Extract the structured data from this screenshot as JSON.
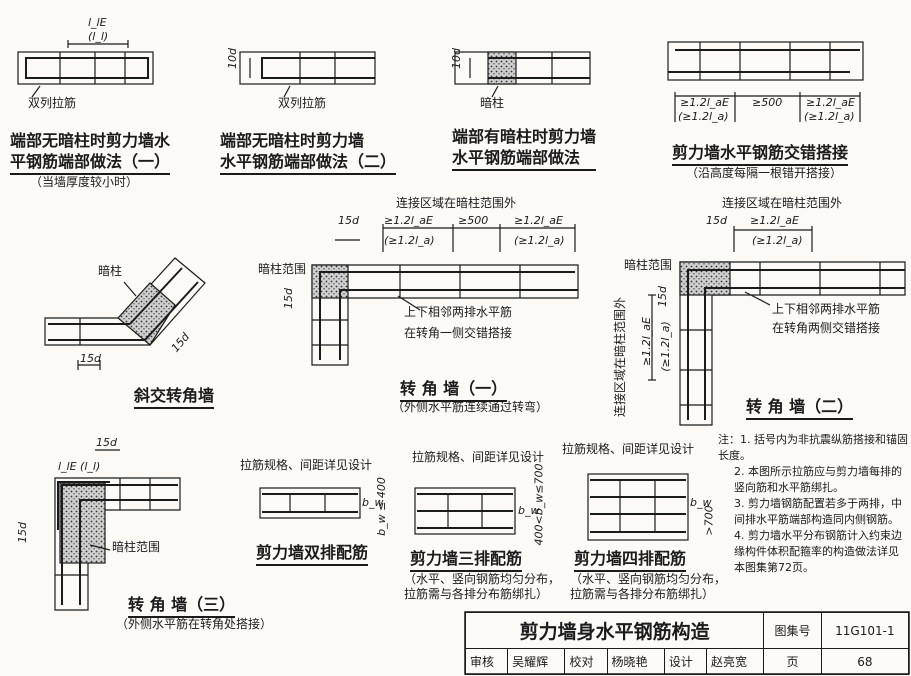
{
  "top_row": [
    {
      "caption": [
        "端部无暗柱时剪力墙水",
        "平钢筋端部做法（一）"
      ],
      "sub": "（当墙厚度较小时）",
      "labels": {
        "tie": "双列拉筋",
        "dim_top": "l_lE",
        "dim_top2": "(l_l)"
      }
    },
    {
      "caption": [
        "端部无暗柱时剪力墙",
        "水平钢筋端部做法（二）"
      ],
      "labels": {
        "tie": "双列拉筋",
        "dim": "10d"
      }
    },
    {
      "caption": [
        "端部有暗柱时剪力墙",
        "水平钢筋端部做法"
      ],
      "labels": {
        "col": "暗柱",
        "dim": "10d"
      }
    },
    {
      "caption": [
        "剪力墙水平钢筋交错搭接"
      ],
      "sub": "（沿高度每隔一根错开搭接）",
      "labels": {
        "d1": "≥1.2l_aE",
        "d2": "≥500",
        "d3": "≥1.2l_aE",
        "d1b": "(≥1.2l_a)",
        "d3b": "(≥1.2l_a)"
      }
    }
  ],
  "mid_row": {
    "oblique": {
      "caption": "斜交转角墙",
      "col": "暗柱",
      "dim1": "15d",
      "dim2": "15d"
    },
    "corner1": {
      "caption": "转 角 墙（一）",
      "sub": "（外侧水平筋连续通过转弯）",
      "top_note": "连接区域在暗柱范围外",
      "col": "暗柱范围",
      "note1": "上下相邻两排水平筋",
      "note2": "在转角一侧交错搭接",
      "d15": "15d",
      "d15b": "15d",
      "a1": "≥1.2l_aE",
      "a2": "≥500",
      "a3": "≥1.2l_aE",
      "b1": "(≥1.2l_a)",
      "b3": "(≥1.2l_a)"
    },
    "corner2": {
      "caption": "转 角 墙（二）",
      "top_note": "连接区域在暗柱范围外",
      "col": "暗柱范围",
      "note1": "上下相邻两排水平筋",
      "note2": "在转角两侧交错搭接",
      "d15": "15d",
      "d15b": "15d",
      "a1": "≥1.2l_aE",
      "b1": "(≥1.2l_a)",
      "vert_note": "连接区域在暗柱范围外",
      "v1": "≥1.2l_aE",
      "v2": "(≥1.2l_a)"
    }
  },
  "bottom_row": {
    "corner3": {
      "caption": "转 角 墙（三）",
      "sub": "（外侧水平筋在转角处搭接）",
      "col": "暗柱范围",
      "d15": "15d",
      "d15b": "15d",
      "lap": "l_lE (l_l)"
    },
    "double": {
      "caption": "剪力墙双排配筋",
      "top": "拉筋规格、间距详见设计",
      "bw": "b_w",
      "cond": "b_w ≤ 400"
    },
    "triple": {
      "caption": "剪力墙三排配筋",
      "sub1": "（水平、竖向钢筋均匀分布，",
      "sub2": "拉筋需与各排分布筋绑扎）",
      "top": "拉筋规格、间距详见设计",
      "bw": "b_w",
      "cond": "400<b_w≤700"
    },
    "quad": {
      "caption": "剪力墙四排配筋",
      "sub1": "（水平、竖向钢筋均匀分布，",
      "sub2": "拉筋需与各排分布筋绑扎）",
      "top": "拉筋规格、间距详见设计",
      "bw": "b_w",
      "cond": ">700"
    }
  },
  "notes": {
    "head": "注：",
    "items": [
      "1. 括号内为非抗震纵筋搭接和锚固长度。",
      "2. 本图所示拉筋应与剪力墙每排的竖向筋和水平筋绑扎。",
      "3. 剪力墙钢筋配置若多于两排，中间排水平筋端部构造同内侧钢筋。",
      "4. 剪力墙水平分布钢筋计入约束边缘构件体积配箍率的构造做法详见本图集第72页。"
    ]
  },
  "title_block": {
    "title": "剪力墙身水平钢筋构造",
    "atlas_label": "图集号",
    "atlas_no": "11G101-1",
    "review": "审核",
    "reviewer": "吴耀辉",
    "check": "校对",
    "checker": "杨晓艳",
    "design": "设计",
    "designer": "赵亮宽",
    "page_label": "页",
    "page_no": "68"
  }
}
